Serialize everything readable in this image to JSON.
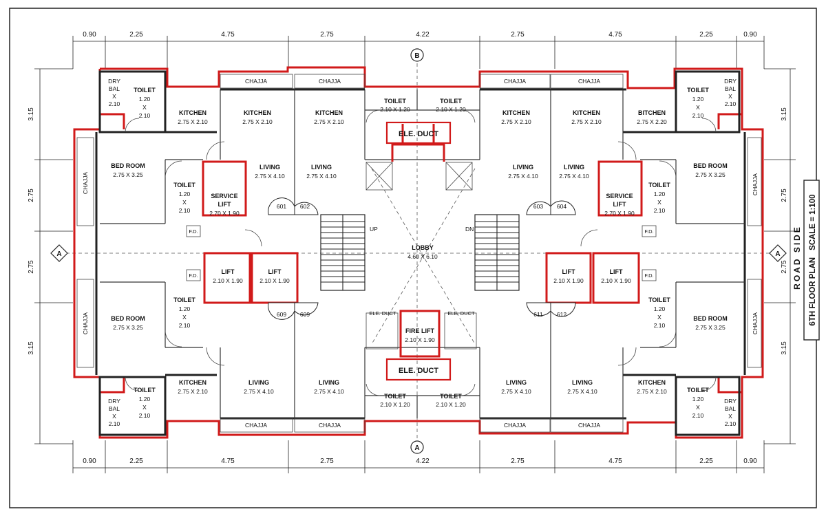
{
  "title_block": {
    "plan_title": "6TH FLOOR PLAN",
    "scale": "SCALE = 1:100",
    "road_side": "ROAD  SIDE"
  },
  "dimensions": {
    "top": [
      "0.90",
      "2.25",
      "4.75",
      "2.75",
      "4.22",
      "2.75",
      "4.75",
      "2.25",
      "0.90"
    ],
    "bottom": [
      "0.90",
      "2.25",
      "4.75",
      "2.75",
      "4.22",
      "2.75",
      "4.75",
      "2.25",
      "0.90"
    ],
    "left": [
      "3.15",
      "2.75",
      "2.75",
      "3.15"
    ],
    "right": [
      "3.15",
      "2.75",
      "2.75",
      "3.15"
    ]
  },
  "grid_markers": {
    "top": "B",
    "bottom": "A",
    "left": "A",
    "right": "A"
  },
  "flats": [
    "601",
    "602",
    "603",
    "604",
    "609",
    "609",
    "611",
    "612"
  ],
  "rooms": {
    "dry_bal": {
      "l1": "DRY",
      "l2": "BAL",
      "l3": "X",
      "l4": "2.10"
    },
    "toilet_tall": {
      "name": "TOILET",
      "l1": "1.20",
      "l2": "X",
      "l3": "2.10"
    },
    "kitchen": {
      "name": "KITCHEN",
      "size": "2.75 X 2.10"
    },
    "bitchen": {
      "name": "BITCHEN",
      "size": "2.75 X 2.20"
    },
    "living": {
      "name": "LIVING",
      "size": "2.75 X 4.10"
    },
    "bed_room": {
      "name": "BED ROOM",
      "size": "2.75 X 3.25"
    },
    "toilet_wide": {
      "name": "TOILET",
      "size": "2.10 X 1.20"
    },
    "service_lift": {
      "l1": "SERVICE",
      "l2": "LIFT",
      "size": "2.70 X 1.90"
    },
    "lift": {
      "name": "LIFT",
      "size": "2.10 X 1.90"
    },
    "fire_lift": {
      "name": "FIRE LIFT",
      "size": "2.10 X 1.90"
    },
    "lobby": {
      "name": "LOBBY",
      "size": "4.60 X 6.10"
    },
    "ele_duct": "ELE. DUCT",
    "ele_duct_small": "ELE. DUCT",
    "chajja": "CHAJJA",
    "fd": "F.D.",
    "up": "UP",
    "dn": "DN"
  }
}
